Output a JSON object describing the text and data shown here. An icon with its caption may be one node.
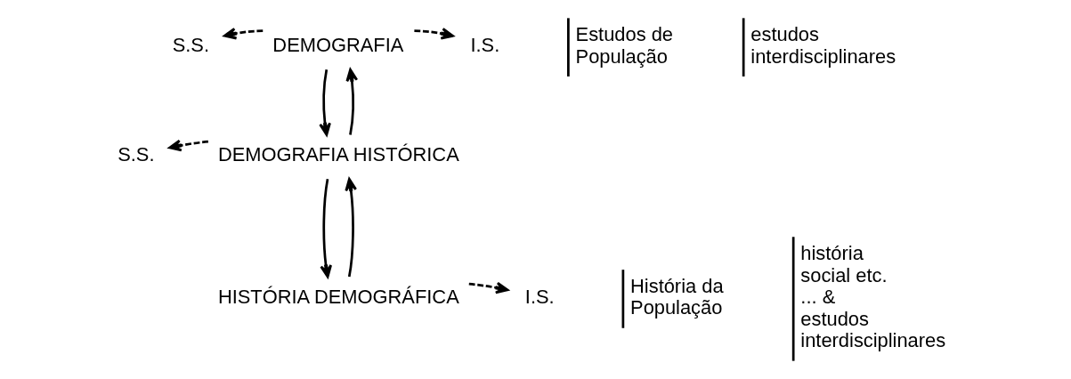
{
  "diagram": {
    "nodes": [
      {
        "text": [
          "S.S."
        ]
      },
      {
        "text": [
          "DEMOGRAFIA"
        ]
      },
      {
        "text": [
          "I.S."
        ]
      },
      {
        "text": [
          "S.S."
        ]
      },
      {
        "text": [
          "DEMOGRAFIA HISTÓRICA"
        ]
      },
      {
        "text": [
          "HISTÓRIA DEMOGRÁFICA"
        ]
      },
      {
        "text": [
          "I.S."
        ]
      }
    ],
    "edges": [
      {
        "from": 1,
        "to": 0,
        "arrow": "to",
        "style": "dashed"
      },
      {
        "from": 1,
        "to": 2,
        "arrow": "to",
        "style": "dashed"
      },
      {
        "from": 1,
        "to": 4,
        "arrow": "to"
      },
      {
        "from": 4,
        "to": 1,
        "arrow": "to"
      },
      {
        "from": 4,
        "to": 3,
        "arrow": "to",
        "style": "dashed"
      },
      {
        "from": 4,
        "to": 5,
        "arrow": "to"
      },
      {
        "from": 5,
        "to": 4,
        "arrow": "to"
      },
      {
        "from": 5,
        "to": 6,
        "arrow": "to",
        "style": "dashed"
      }
    ],
    "labels": [
      "Estudos de População",
      "estudos interdisciplinares",
      "História da População",
      "história social etc. ... & estudos interdisciplinares"
    ]
  }
}
